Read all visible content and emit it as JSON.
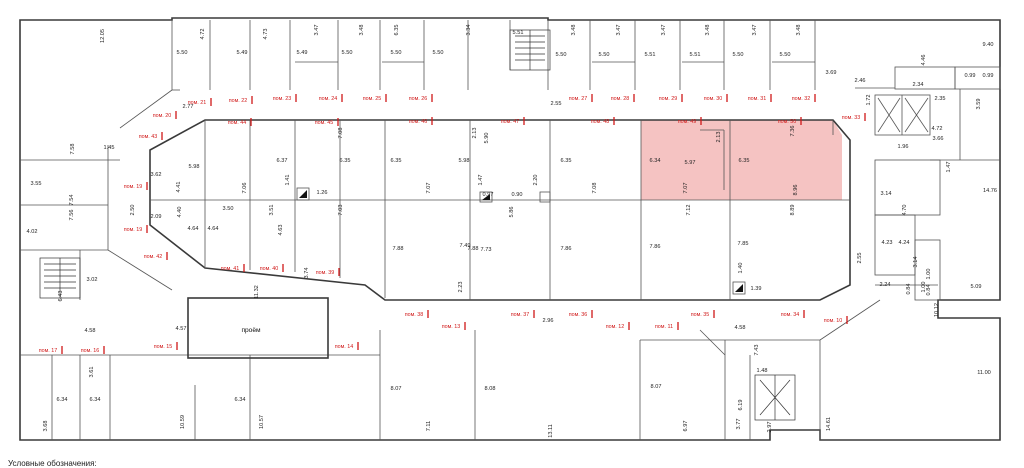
{
  "plan": {
    "highlight_color": "#f3b9b7",
    "wall_color": "#3a3a3a",
    "label_color": "#d01818",
    "void_label": "проём",
    "legend_text": "Условные обозначения:",
    "rooms": [
      {
        "id": "pom-21",
        "label": "пом. 21"
      },
      {
        "id": "pom-22",
        "label": "пом. 22"
      },
      {
        "id": "pom-23",
        "label": "пом. 23"
      },
      {
        "id": "pom-24",
        "label": "пом. 24"
      },
      {
        "id": "pom-25",
        "label": "пом. 25"
      },
      {
        "id": "pom-26",
        "label": "пом. 26"
      },
      {
        "id": "pom-27",
        "label": "пом. 27"
      },
      {
        "id": "pom-28",
        "label": "пом. 28"
      },
      {
        "id": "pom-29",
        "label": "пом. 29"
      },
      {
        "id": "pom-30",
        "label": "пом. 30"
      },
      {
        "id": "pom-31",
        "label": "пом. 31"
      },
      {
        "id": "pom-32",
        "label": "пом. 32"
      },
      {
        "id": "pom-33",
        "label": "пом. 33"
      },
      {
        "id": "pom-20",
        "label": "пом. 20"
      },
      {
        "id": "pom-44",
        "label": "пом. 44"
      },
      {
        "id": "pom-45",
        "label": "пом. 45"
      },
      {
        "id": "pom-46",
        "label": "пом. 46"
      },
      {
        "id": "pom-47",
        "label": "пом. 47"
      },
      {
        "id": "pom-48",
        "label": "пом. 48"
      },
      {
        "id": "pom-49",
        "label": "пом. 49"
      },
      {
        "id": "pom-50",
        "label": "пом. 50"
      },
      {
        "id": "pom-43",
        "label": "пом. 43"
      },
      {
        "id": "pom-19a",
        "label": "пом. 19"
      },
      {
        "id": "pom-19b",
        "label": "пом. 19"
      },
      {
        "id": "pom-42",
        "label": "пом. 42"
      },
      {
        "id": "pom-41",
        "label": "пом. 41"
      },
      {
        "id": "pom-40",
        "label": "пом. 40"
      },
      {
        "id": "pom-39",
        "label": "пом. 39"
      },
      {
        "id": "pom-38",
        "label": "пом. 38"
      },
      {
        "id": "pom-37",
        "label": "пом. 37"
      },
      {
        "id": "pom-36",
        "label": "пом. 36"
      },
      {
        "id": "pom-35",
        "label": "пом. 35"
      },
      {
        "id": "pom-34",
        "label": "пом. 34"
      },
      {
        "id": "pom-17",
        "label": "пом. 17"
      },
      {
        "id": "pom-16",
        "label": "пом. 16"
      },
      {
        "id": "pom-15",
        "label": "пом. 15"
      },
      {
        "id": "pom-14",
        "label": "пом. 14"
      },
      {
        "id": "pom-13",
        "label": "пом. 13"
      },
      {
        "id": "pom-12",
        "label": "пом. 12"
      },
      {
        "id": "pom-11",
        "label": "пом. 11"
      },
      {
        "id": "pom-10",
        "label": "пом. 10"
      }
    ],
    "dimensions": [
      "12.05",
      "4.72",
      "5.50",
      "5.49",
      "4.73",
      "5.49",
      "3.47",
      "5.50",
      "3.48",
      "5.50",
      "6.35",
      "5.50",
      "3.34",
      "5.51",
      "3.48",
      "5.50",
      "3.47",
      "5.50",
      "3.47",
      "5.51",
      "3.48",
      "5.51",
      "3.47",
      "5.50",
      "3.48",
      "5.50",
      "3.69",
      "9.40",
      "4.46",
      "0.99",
      "0.99",
      "2.46",
      "1.72",
      "2.34",
      "2.35",
      "3.59",
      "2.77",
      "2.55",
      "7.58",
      "1.45",
      "3.55",
      "7.54",
      "7.56",
      "4.02",
      "2.50",
      "3.62",
      "4.41",
      "2.09",
      "4.40",
      "5.98",
      "4.64",
      "3.50",
      "4.64",
      "6.37",
      "3.51",
      "1.41",
      "1.26",
      "7.06",
      "7.08",
      "6.35",
      "6.35",
      "7.07",
      "4.63",
      "7.03",
      "2.13",
      "5.90",
      "5.98",
      "1.47",
      "2.20",
      "0.97",
      "0.90",
      "6.35",
      "7.08",
      "6.34",
      "2.13",
      "5.97",
      "7.07",
      "7.36",
      "6.35",
      "8.96",
      "7.12",
      "8.89",
      "1.96",
      "1.47",
      "4.72",
      "3.66",
      "14.76",
      "3.14",
      "4.70",
      "4.23",
      "4.24",
      "3.14",
      "1.00",
      "0.84",
      "5.09",
      "2.24",
      "1.00",
      "0.84",
      "7.88",
      "7.88",
      "7.49",
      "7.73",
      "7.86",
      "5.86",
      "7.86",
      "7.85",
      "1.40",
      "1.39",
      "2.55",
      "10.12",
      "3.74",
      "11.32",
      "3.02",
      "6.43",
      "4.58",
      "4.57",
      "2.23",
      "2.96",
      "4.58",
      "3.61",
      "7.43",
      "1.48",
      "6.19",
      "11.00",
      "3.68",
      "6.34",
      "6.34",
      "10.59",
      "6.34",
      "10.57",
      "8.07",
      "8.08",
      "7.11",
      "13.11",
      "8.07",
      "6.97",
      "3.77",
      "2.97",
      "14.61"
    ]
  }
}
